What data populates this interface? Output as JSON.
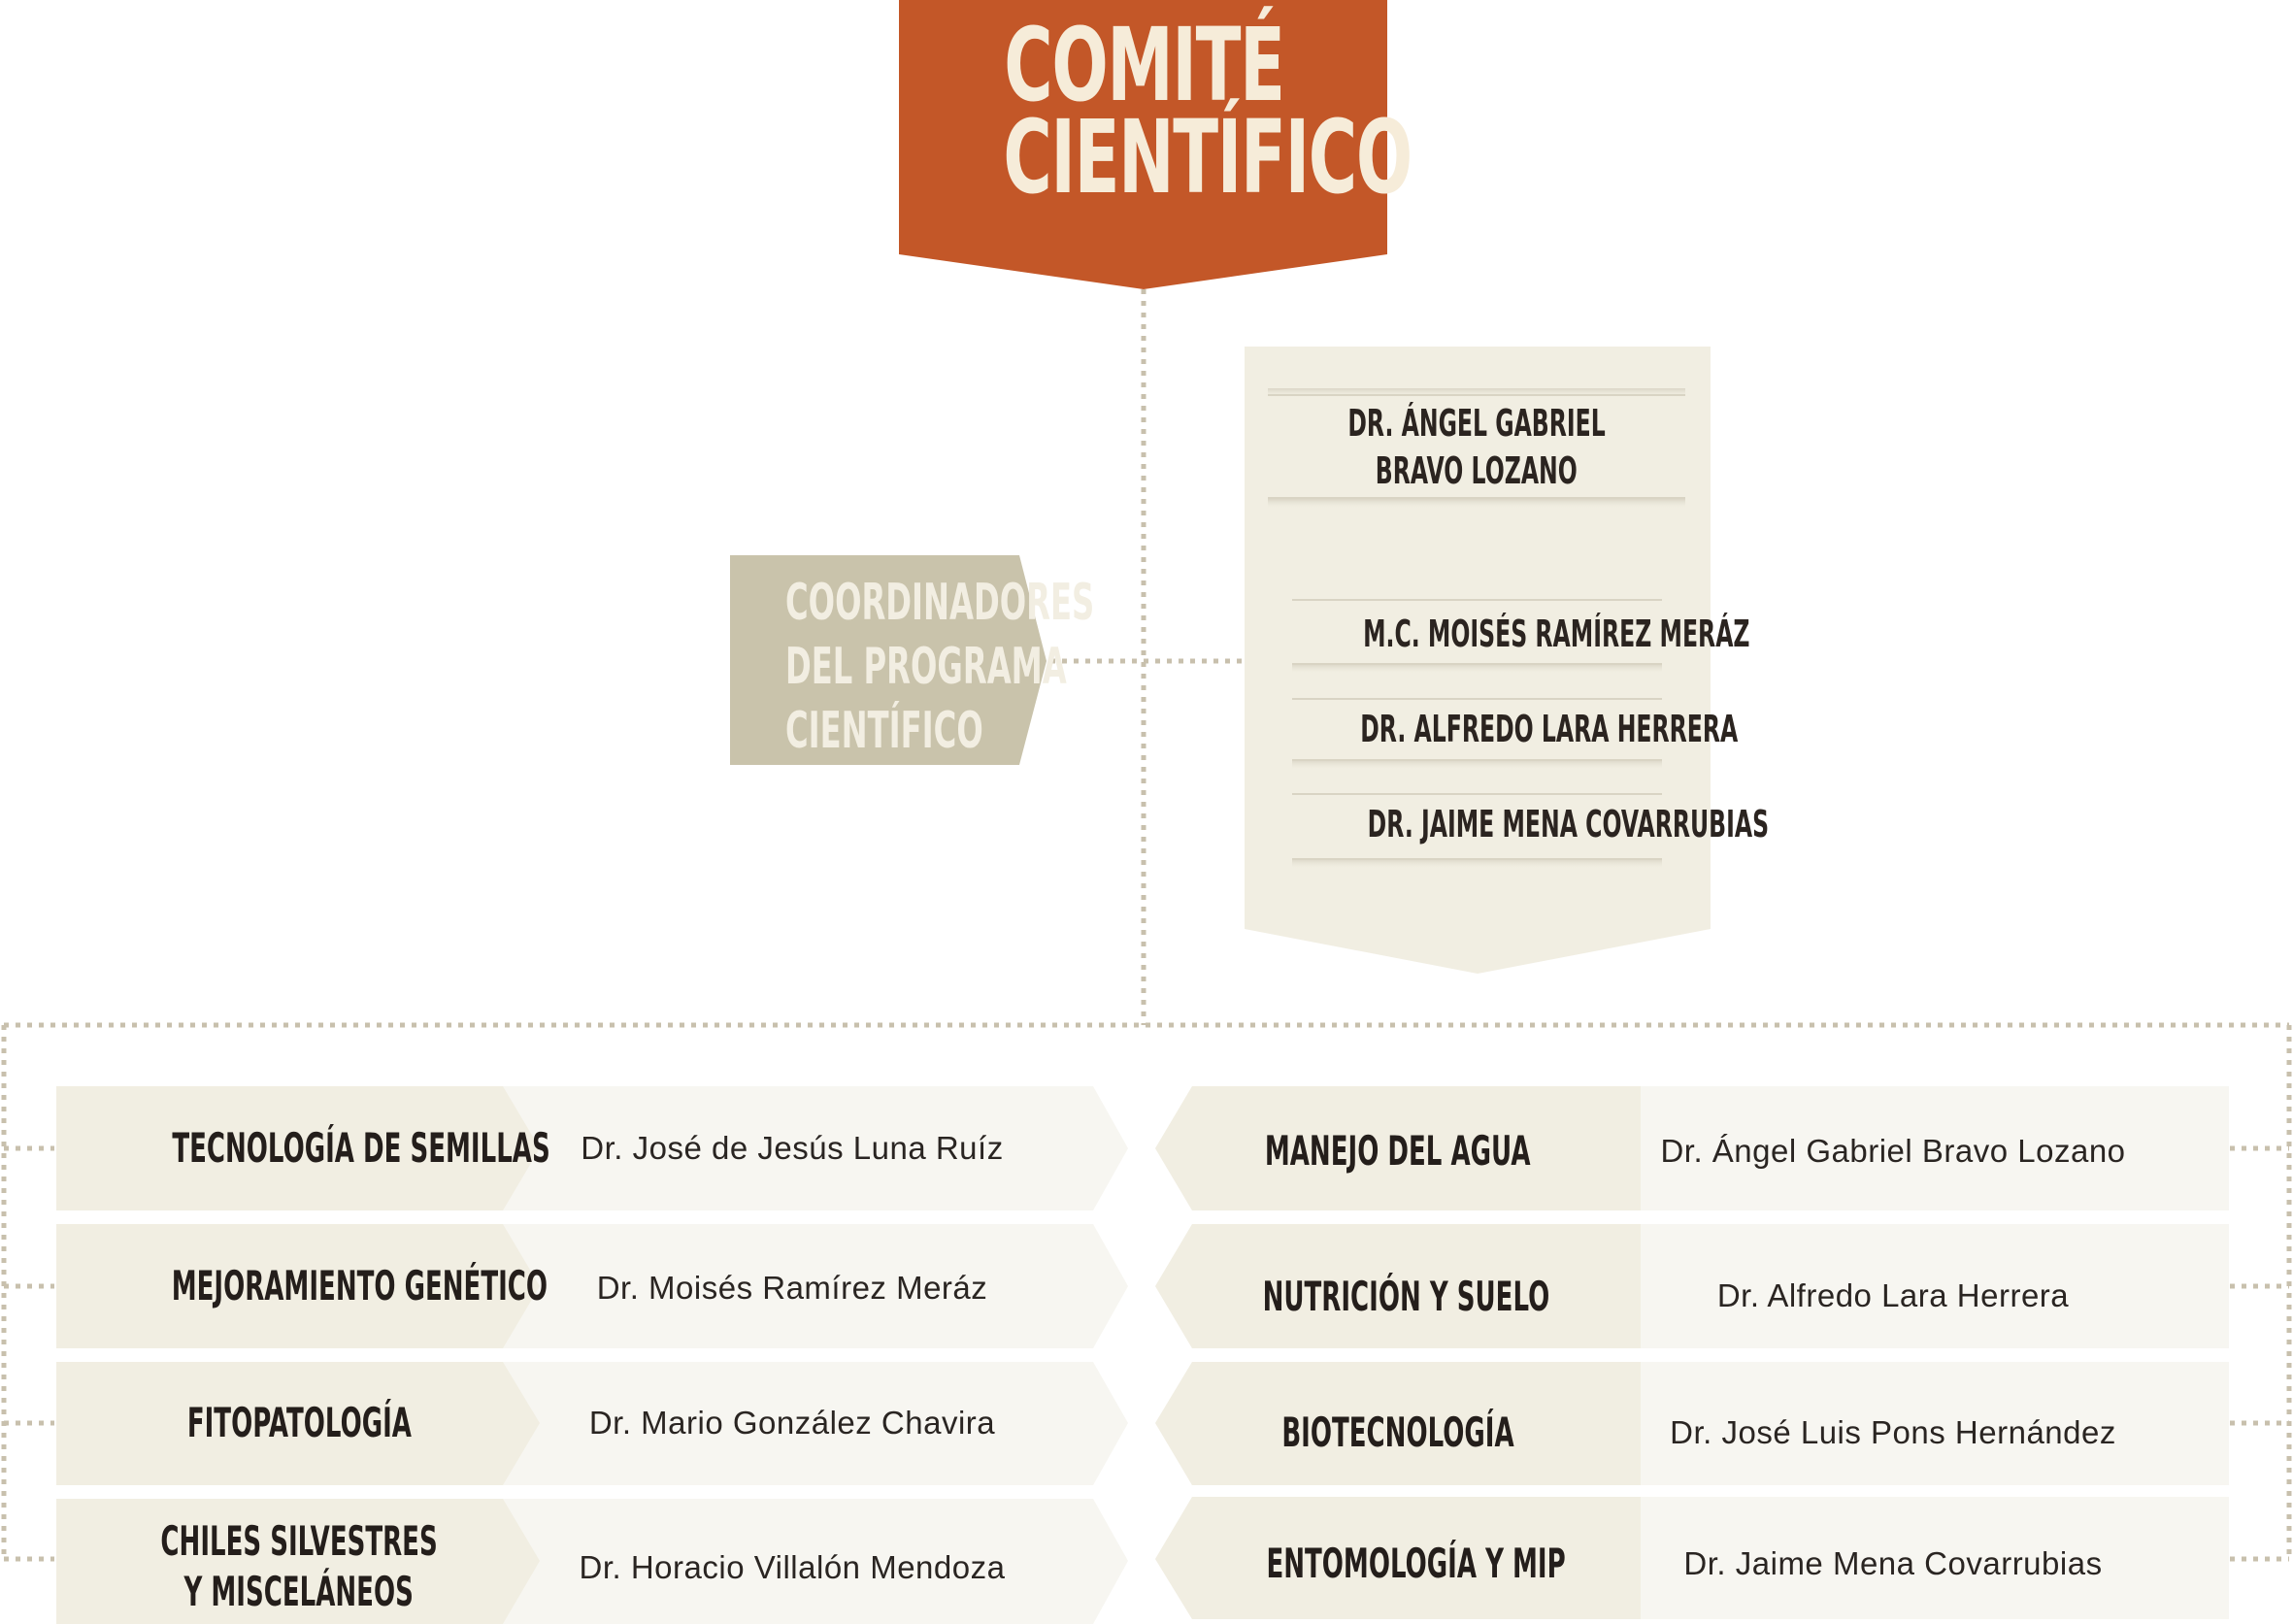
{
  "colors": {
    "title_bg": "#c35728",
    "title_text": "#f6ecd9",
    "coord_tag_bg": "#c9c3ab",
    "coord_panel_bg": "#f1eee2",
    "area_label_bg": "#f1eee2",
    "area_person_bg": "#f7f6f1",
    "connector": "#c8c0ad"
  },
  "title": {
    "line1": "COMITÉ",
    "line2": "CIENTÍFICO"
  },
  "coordinators": {
    "tag": {
      "line1": "COORDINADORES",
      "line2": "DEL PROGRAMA",
      "line3": "CIENTÍFICO"
    },
    "head": {
      "line1": "DR. ÁNGEL GABRIEL",
      "line2": "BRAVO LOZANO"
    },
    "members": [
      "M.C. MOISÉS RAMÍREZ MERÁZ",
      "DR. ALFREDO LARA HERRERA",
      "DR. JAIME MENA COVARRUBIAS"
    ]
  },
  "areas": {
    "left": [
      {
        "label": "TECNOLOGÍA DE SEMILLAS",
        "person": "Dr. José de Jesús Luna Ruíz"
      },
      {
        "label": "MEJORAMIENTO GENÉTICO",
        "person": "Dr. Moisés Ramírez Meráz"
      },
      {
        "label": "FITOPATOLOGÍA",
        "person": "Dr. Mario González Chavira"
      },
      {
        "label_line1": "CHILES SILVESTRES",
        "label_line2": "Y MISCELÁNEOS",
        "person": "Dr. Horacio Villalón Mendoza"
      }
    ],
    "right": [
      {
        "label": "MANEJO DEL AGUA",
        "person": "Dr. Ángel Gabriel Bravo Lozano"
      },
      {
        "label": "NUTRICIÓN Y SUELO",
        "person": "Dr. Alfredo Lara Herrera"
      },
      {
        "label": "BIOTECNOLOGÍA",
        "person": "Dr. José Luis Pons Hernández"
      },
      {
        "label": "ENTOMOLOGÍA Y MIP",
        "person": "Dr. Jaime Mena Covarrubias"
      }
    ]
  }
}
